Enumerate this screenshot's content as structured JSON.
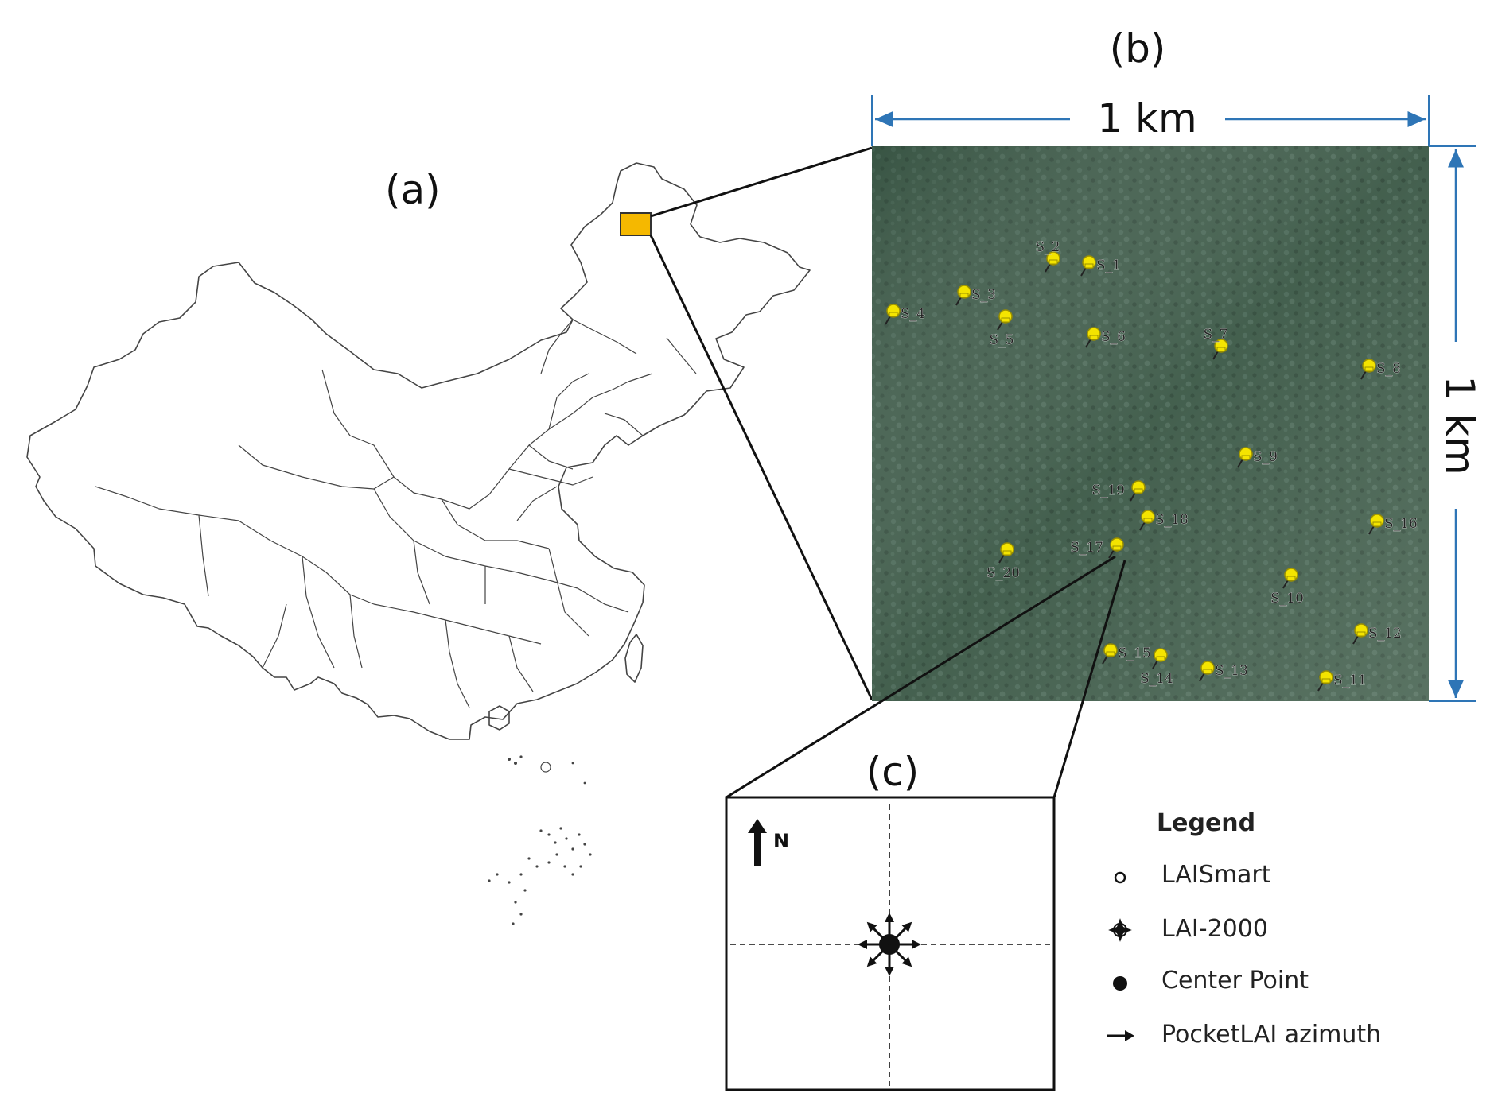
{
  "panels": {
    "a": {
      "label": "(a)"
    },
    "b": {
      "label": "(b)",
      "width_label": "1 km",
      "height_label": "1 km"
    },
    "c": {
      "label": "(c)",
      "north_label": "N"
    }
  },
  "colors": {
    "study_area": "#f5b800",
    "scale_arrow": "#2e75b6",
    "pin": "#f4e400",
    "forest": "#3f5b4a"
  },
  "sites": [
    {
      "label": "S_1",
      "pos": "right"
    },
    {
      "label": "S_2",
      "pos": "above"
    },
    {
      "label": "S_3",
      "pos": "right"
    },
    {
      "label": "S_4",
      "pos": "right"
    },
    {
      "label": "S_5",
      "pos": "below"
    },
    {
      "label": "S_6",
      "pos": "right"
    },
    {
      "label": "S_7",
      "pos": "above"
    },
    {
      "label": "S_8",
      "pos": "right"
    },
    {
      "label": "S_9",
      "pos": "right"
    },
    {
      "label": "S_10",
      "pos": "below"
    },
    {
      "label": "S_11",
      "pos": "right"
    },
    {
      "label": "S_12",
      "pos": "right"
    },
    {
      "label": "S_13",
      "pos": "right"
    },
    {
      "label": "S_14",
      "pos": "below"
    },
    {
      "label": "S_15",
      "pos": "right"
    },
    {
      "label": "S_16",
      "pos": "right"
    },
    {
      "label": "S_17",
      "pos": "left"
    },
    {
      "label": "S_18",
      "pos": "right"
    },
    {
      "label": "S_19",
      "pos": "left"
    },
    {
      "label": "S_20",
      "pos": "below"
    }
  ],
  "legend": {
    "title": "Legend",
    "items": [
      {
        "label": "LAISmart",
        "icon": "open-circle-icon"
      },
      {
        "label": "LAI-2000",
        "icon": "four-point-star-icon"
      },
      {
        "label": "Center Point",
        "icon": "filled-circle-icon"
      },
      {
        "label": "PocketLAI azimuth",
        "icon": "arrow-right-icon"
      }
    ]
  }
}
